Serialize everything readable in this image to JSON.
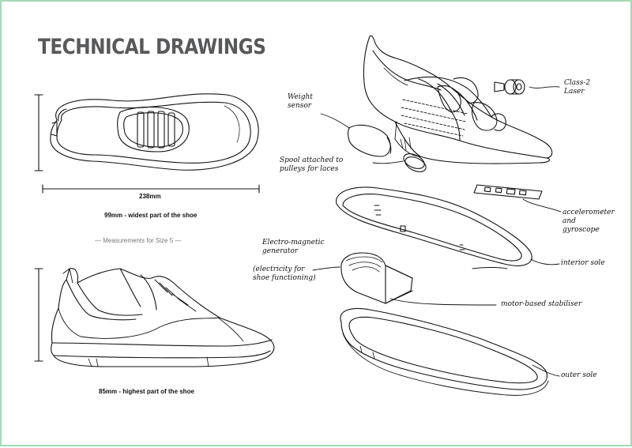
{
  "title": "TECHNICAL DRAWINGS",
  "measurements": {
    "length": "238mm",
    "width_caption": "99mm - widest part of the shoe",
    "size_note": "— Measurements for Size 5 —",
    "height_caption": "85mm - highest part of the shoe"
  },
  "annotations": {
    "weight_sensor": [
      "Weight",
      "sensor"
    ],
    "spool": [
      "Spool attached to",
      "pulleys for laces"
    ],
    "laser": [
      "Class-2",
      "Laser"
    ],
    "accelerometer": [
      "accelerometer",
      "and",
      "gyroscope"
    ],
    "generator": [
      "Electro-magnetic",
      "generator"
    ],
    "generator_note": [
      "(electricity for",
      "shoe functioning)"
    ],
    "interior_sole": [
      "interior sole"
    ],
    "stabiliser": [
      "motor-based stabiliser"
    ],
    "outer_sole": [
      "outer sole"
    ]
  },
  "colors": {
    "border": "#a7d9b3",
    "title": "#58595b",
    "ink": "#111111"
  }
}
